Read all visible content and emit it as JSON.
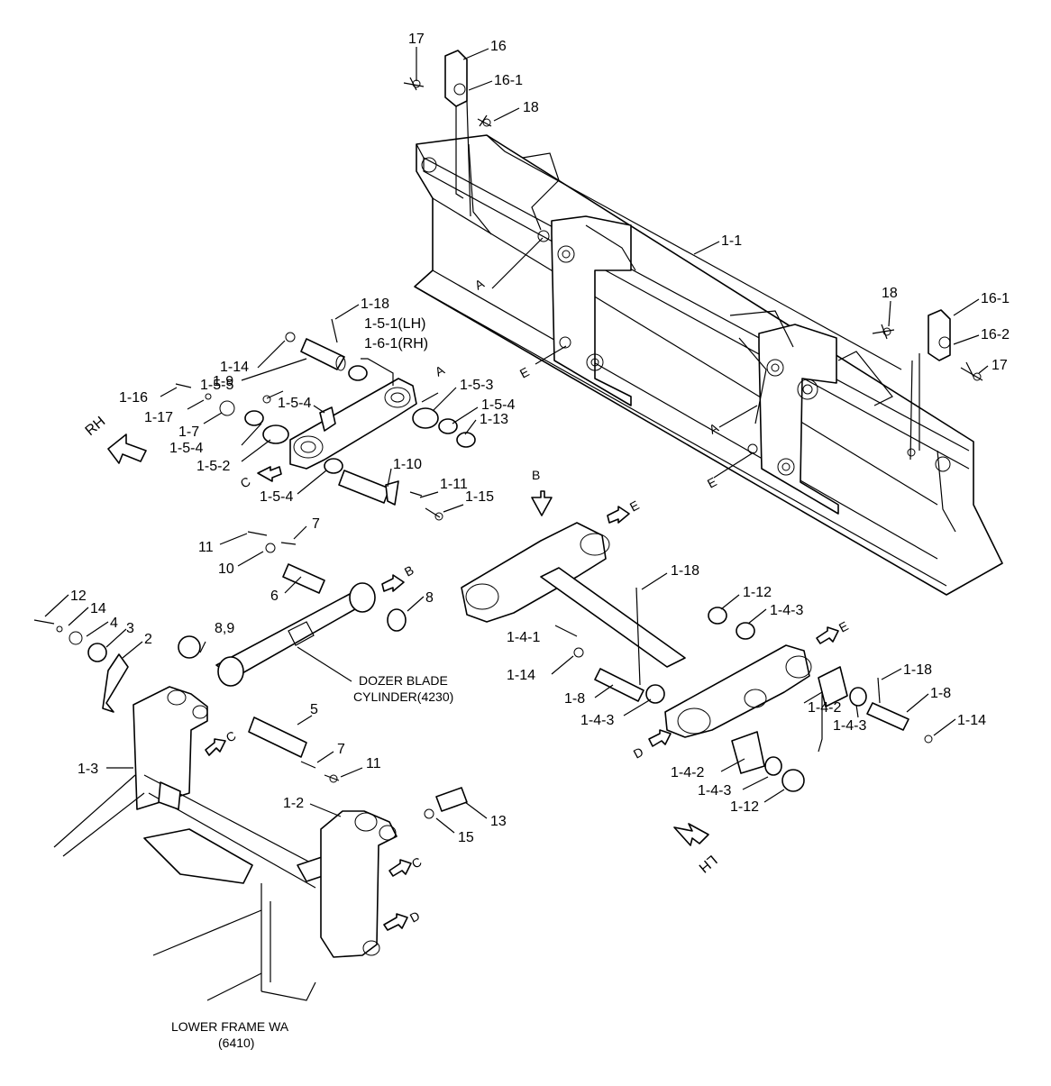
{
  "callouts": [
    "17",
    "16",
    "16-1",
    "18",
    "1-1",
    "18",
    "16-1",
    "16-2",
    "17",
    "1-18",
    "1-5-1(LH)",
    "1-6-1(RH)",
    "1-14",
    "1-9",
    "1-16",
    "1-5-5",
    "1-5-4",
    "1-17",
    "1-7",
    "1-5-4",
    "1-5-2",
    "1-5-4",
    "1-5-3",
    "1-5-4",
    "1-13",
    "1-10",
    "1-11",
    "1-15",
    "11",
    "7",
    "10",
    "6",
    "8",
    "12",
    "14",
    "4",
    "3",
    "2",
    "8,9",
    "5",
    "7",
    "11",
    "1-3",
    "1-2",
    "15",
    "13",
    "1-18",
    "1-12",
    "1-4-3",
    "1-4-1",
    "1-14",
    "1-8",
    "1-4-3",
    "1-4-2",
    "1-4-3",
    "1-12",
    "1-18",
    "1-8",
    "1-14",
    "1-4-3",
    "1-4-2"
  ],
  "refs": [
    "A",
    "A",
    "A",
    "E",
    "E",
    "C",
    "B",
    "E",
    "B",
    "C",
    "C",
    "D",
    "D",
    "E"
  ],
  "directions": [
    "RH",
    "LH"
  ],
  "notes": {
    "cyl_line1": "DOZER BLADE",
    "cyl_line2": "CYLINDER(4230)",
    "frame_line1": "LOWER FRAME WA",
    "frame_line2": "(6410)"
  }
}
